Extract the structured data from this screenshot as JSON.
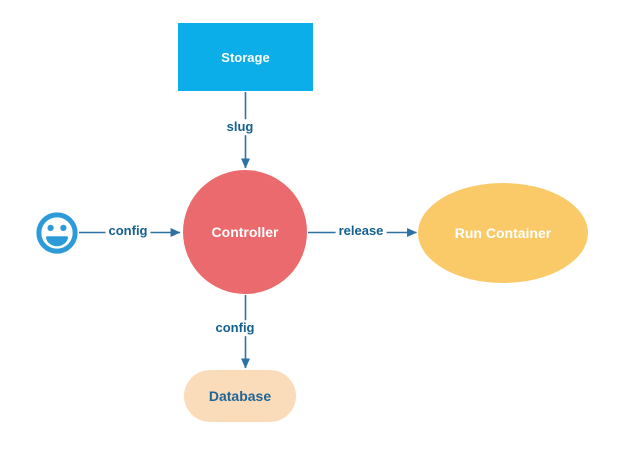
{
  "diagram": {
    "background_color": "#ffffff",
    "line_color": "#2e71a3",
    "edge_label_color": "#14618f"
  },
  "nodes": {
    "storage": {
      "label": "Storage",
      "shape": "rectangle",
      "fill": "#0baee8",
      "text_color": "#ffffff"
    },
    "controller": {
      "label": "Controller",
      "shape": "circle",
      "fill": "#ea6a6d",
      "text_color": "#ffffff"
    },
    "run_container": {
      "label": "Run Container",
      "shape": "ellipse",
      "fill": "#f9ca67",
      "text_color": "#ffffff"
    },
    "database": {
      "label": "Database",
      "shape": "pill",
      "fill": "#fbdcba",
      "text_color": "#1f6596"
    },
    "user": {
      "icon": "smiley-face-icon",
      "color": "#2e9bd9"
    }
  },
  "edges": [
    {
      "from": "storage",
      "to": "controller",
      "label": "slug"
    },
    {
      "from": "user",
      "to": "controller",
      "label": "config"
    },
    {
      "from": "controller",
      "to": "run_container",
      "label": "release"
    },
    {
      "from": "controller",
      "to": "database",
      "label": "config"
    }
  ]
}
